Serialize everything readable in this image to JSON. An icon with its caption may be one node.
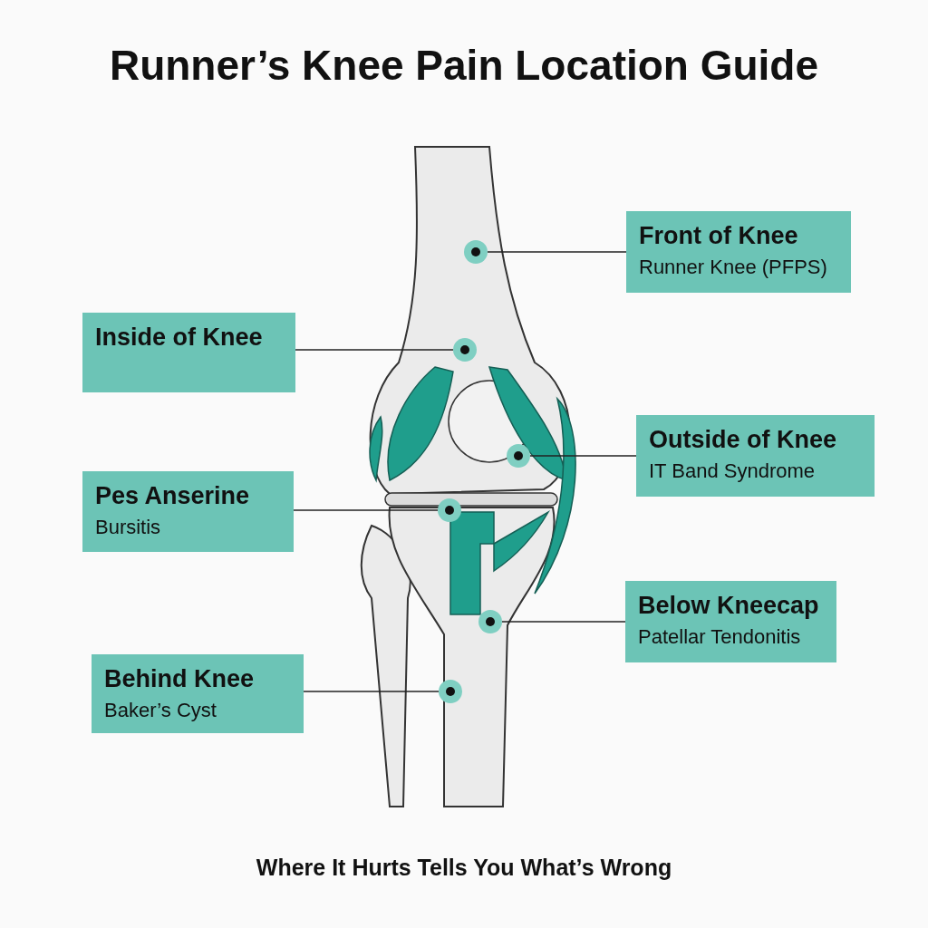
{
  "diagram": {
    "title": "Runner’s Knee Pain Location Guide",
    "caption": "Where It Hurts Tells You What’s Wrong",
    "nodes": [
      {
        "text": [
          "Front of Knee",
          "Runner Knee (PFPS)"
        ]
      },
      {
        "text": [
          "Inside of Knee"
        ]
      },
      {
        "text": [
          "Outside of Knee",
          "IT Band Syndrome"
        ]
      },
      {
        "text": [
          "Pes Anserine",
          "Bursitis"
        ]
      },
      {
        "text": [
          "Below Kneecap",
          "Patellar Tendonitis"
        ]
      },
      {
        "text": [
          "Behind Knee",
          "Baker’s Cyst"
        ]
      },
      {
        "text": [],
        "shape": "circle"
      },
      {
        "text": [],
        "shape": "circle"
      },
      {
        "text": [],
        "shape": "circle"
      },
      {
        "text": [],
        "shape": "circle"
      },
      {
        "text": [],
        "shape": "circle"
      },
      {
        "text": [],
        "shape": "circle"
      }
    ],
    "edges": [
      {
        "from": 0,
        "to": 6,
        "arrow": "none"
      },
      {
        "from": 1,
        "to": 7,
        "arrow": "none"
      },
      {
        "from": 2,
        "to": 8,
        "arrow": "none"
      },
      {
        "from": 3,
        "to": 9,
        "arrow": "none"
      },
      {
        "from": 4,
        "to": 10,
        "arrow": "none"
      },
      {
        "from": 5,
        "to": 11,
        "arrow": "none"
      }
    ]
  }
}
